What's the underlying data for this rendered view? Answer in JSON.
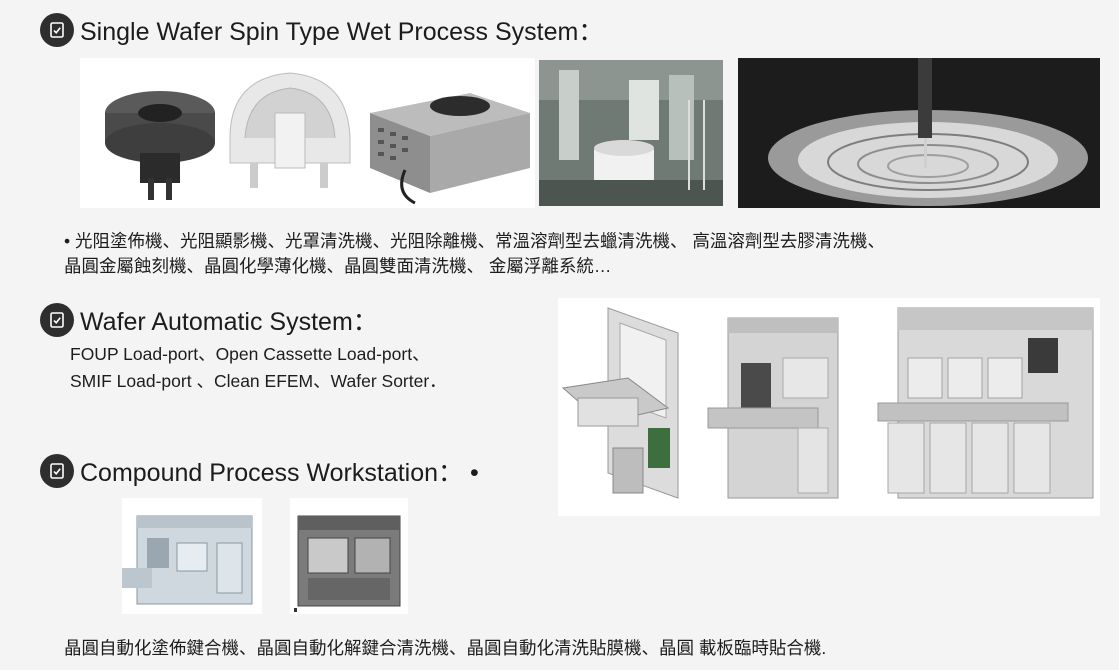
{
  "section1": {
    "title": "Single Wafer Spin Type Wet Process System：",
    "icon": "checklist-icon",
    "desc_line1": "• 光阻塗佈機、光阻顯影機、光罩清洗機、光阻除離機、常溫溶劑型去蠟清洗機、 高溫溶劑型去膠清洗機、",
    "desc_line2": "晶圓金屬蝕刻機、晶圓化學薄化機、晶圓雙面清洗機、 金屬浮離系統…"
  },
  "section2": {
    "title": "Wafer Automatic System：",
    "icon": "checklist-icon",
    "desc_line1": "FOUP Load-port、Open Cassette Load-port、",
    "desc_line2": "SMIF Load-port 、Clean EFEM、Wafer Sorter．"
  },
  "section3": {
    "title": "Compound Process Workstation： •",
    "icon": "checklist-icon",
    "desc": "晶圓自動化塗佈鍵合機、晶圓自動化解鍵合清洗機、晶圓自動化清洗貼膜機、晶圓 載板臨時貼合機."
  },
  "colors": {
    "background": "#f4f4f4",
    "badge": "#2e2e2e",
    "text": "#1c1c1c"
  }
}
